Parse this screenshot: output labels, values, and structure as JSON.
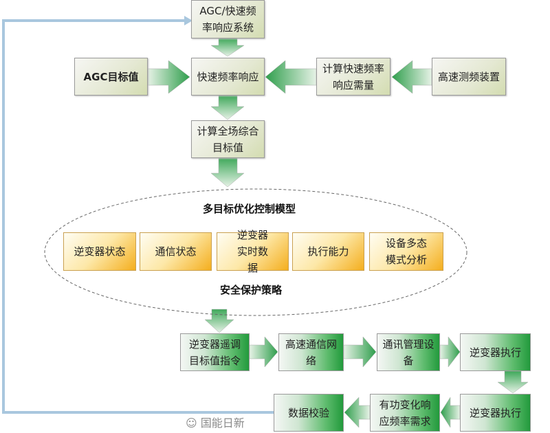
{
  "top": {
    "agc_system": "AGC/快速频率响应系统",
    "agc_target": "AGC目标值",
    "fast_freq_response": "快速频率响应",
    "calc_demand": "计算快速频率响应需量",
    "freq_device": "高速测频装置",
    "calc_total_target": "计算全场综合目标值"
  },
  "model": {
    "title": "多目标优化控制模型",
    "subtitle": "安全保护策略",
    "factors": [
      "逆变器状态",
      "通信状态",
      "逆变器实时数据",
      "执行能力",
      "设备多态模式分析"
    ]
  },
  "bottom": {
    "row1": [
      "逆变器遥调目标值指令",
      "高速通信网络",
      "通讯管理设备",
      "逆变器执行"
    ],
    "row2": [
      "数据校验",
      "有功变化响应频率需求",
      "逆变器执行"
    ]
  },
  "watermark": "国能日新",
  "colors": {
    "green": "#229a3c",
    "orange": "#f4ae1e",
    "feedback_line": "#a9c7de"
  }
}
